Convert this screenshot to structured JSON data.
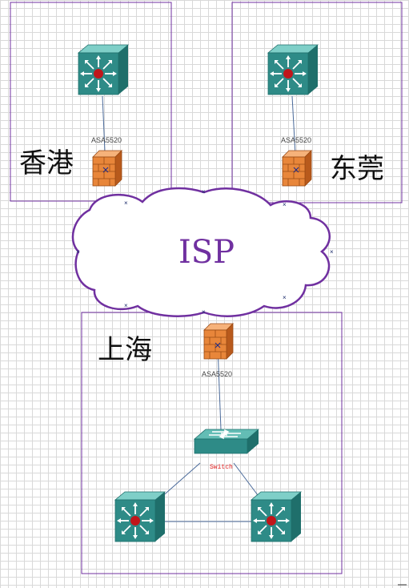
{
  "colors": {
    "region_border": "#7030a0",
    "cloud_border": "#7030a0",
    "isp_text": "#7030a0",
    "device_teal": "#2e8b87",
    "firewall_orange": "#e8863a",
    "router_core": "#c0161b",
    "switch_label": "#e02020"
  },
  "regions": {
    "hongkong": {
      "name": "香港"
    },
    "dongguan": {
      "name": "东莞"
    },
    "shanghai": {
      "name": "上海"
    }
  },
  "cloud": {
    "label": "ISP"
  },
  "devices": {
    "hk_firewall": {
      "label": "ASA5520",
      "icon": "firewall-icon"
    },
    "dg_firewall": {
      "label": "ASA5520",
      "icon": "firewall-icon"
    },
    "sh_firewall": {
      "label": "ASA5520",
      "icon": "firewall-icon"
    },
    "sh_switch": {
      "label": "Switch",
      "icon": "switch-icon"
    },
    "hk_router": {
      "icon": "layer3-switch-icon"
    },
    "dg_router": {
      "icon": "layer3-switch-icon"
    },
    "sh_router_left": {
      "icon": "layer3-switch-icon"
    },
    "sh_router_right": {
      "icon": "layer3-switch-icon"
    }
  }
}
